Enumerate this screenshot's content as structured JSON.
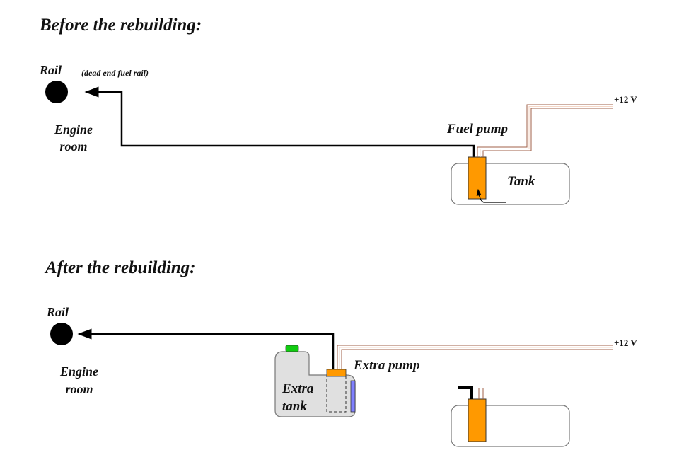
{
  "before": {
    "heading": "Before the rebuilding:",
    "rail_label": "Rail",
    "rail_note": "(dead end fuel rail)",
    "engine_line1": "Engine",
    "engine_line2": "room",
    "pump_label": "Fuel pump",
    "tank_label": "Tank",
    "voltage": "+12 V"
  },
  "after": {
    "heading": "After the rebuilding:",
    "rail_label": "Rail",
    "engine_line1": "Engine",
    "engine_line2": "room",
    "pump_label": "Extra pump",
    "extra_tank_line1": "Extra",
    "extra_tank_line2": "tank",
    "voltage": "+12 V"
  },
  "colors": {
    "line": "#000000",
    "wire_outer": "#a06048",
    "wire_inner": "#ffffff",
    "pump": "#ff9900",
    "tank_border": "#7a7a7a",
    "extra_tank_fill": "#e0e0e0",
    "cap_green": "#11cc11",
    "gauge_blue": "#8080ff"
  }
}
